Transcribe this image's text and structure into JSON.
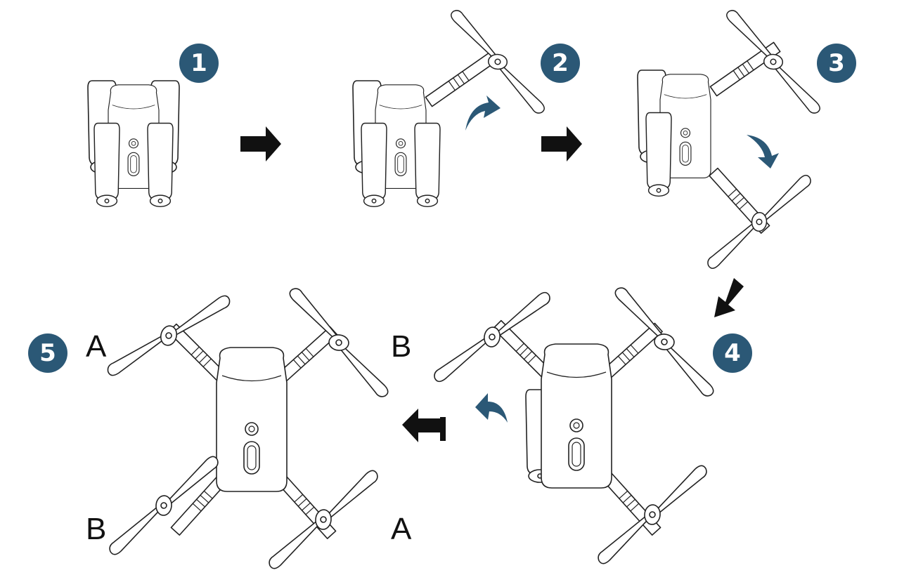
{
  "steps": [
    {
      "number": "1"
    },
    {
      "number": "2"
    },
    {
      "number": "3"
    },
    {
      "number": "4"
    },
    {
      "number": "5"
    }
  ],
  "propeller_labels": {
    "top_left": "A",
    "top_right": "B",
    "bottom_left": "B",
    "bottom_right": "A"
  },
  "colors": {
    "badge": "#2b5876",
    "rotation_arrow": "#2b5876",
    "step_arrow": "#111111"
  },
  "icons": [
    "flow-arrow-icon",
    "rotate-arrow-icon",
    "propeller-icon",
    "power-button-icon"
  ]
}
